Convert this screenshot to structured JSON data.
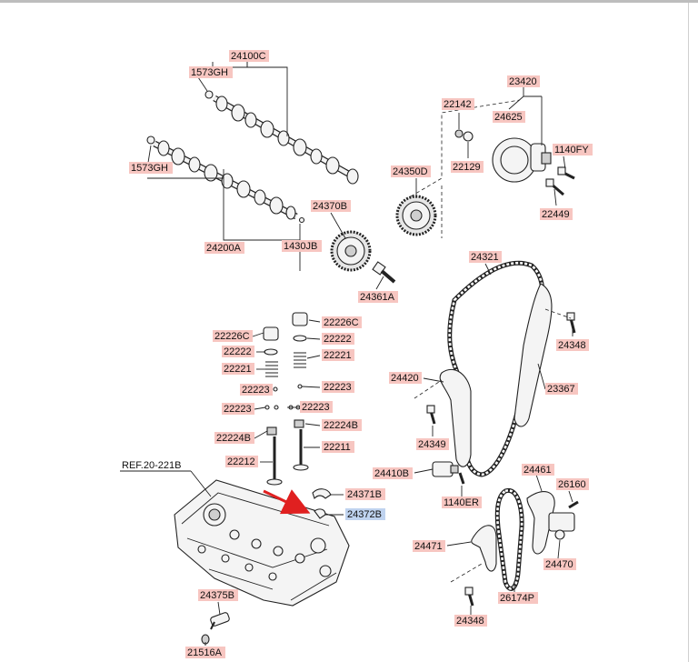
{
  "labels": {
    "p24100C": "24100C",
    "p1573GH_a": "1573GH",
    "p1573GH_b": "1573GH",
    "p24200A": "24200A",
    "p1430JB": "1430JB",
    "p24370B": "24370B",
    "p24350D": "24350D",
    "p24361A": "24361A",
    "p22142": "22142",
    "p22129": "22129",
    "p23420": "23420",
    "p24625": "24625",
    "p1140FY": "1140FY",
    "p22449": "22449",
    "p24321": "24321",
    "p24348_a": "24348",
    "p23367": "23367",
    "p24420": "24420",
    "p24349": "24349",
    "p24410B": "24410B",
    "p1140ER": "1140ER",
    "p24461": "24461",
    "p26160": "26160",
    "p24470": "24470",
    "p24471": "24471",
    "p26174P": "26174P",
    "p24348_b": "24348",
    "p22226C_a": "22226C",
    "p22226C_b": "22226C",
    "p22222_a": "22222",
    "p22222_b": "22222",
    "p22221_a": "22221",
    "p22221_b": "22221",
    "p22223_a": "22223",
    "p22223_b": "22223",
    "p22223_c": "22223",
    "p22223_d": "22223",
    "p22224B_a": "22224B",
    "p22224B_b": "22224B",
    "p22212": "22212",
    "p22211": "22211",
    "p24371B": "24371B",
    "p24372B": "24372B",
    "p24375B": "24375B",
    "p21516A": "21516A"
  },
  "reference": "REF.20-221B",
  "highlighted_part": "24372B",
  "colors": {
    "label_bg": "#f7c6c1",
    "selected_bg": "#bfd3ef",
    "arrow": "#e02020"
  }
}
